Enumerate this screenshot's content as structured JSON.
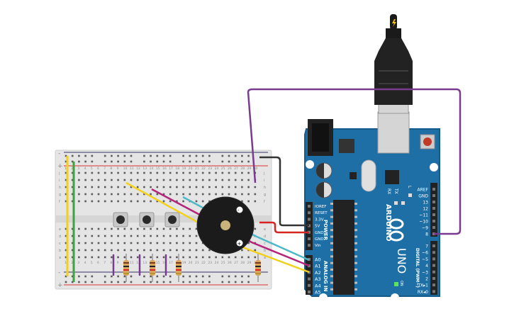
{
  "breadboard": {
    "rail_plus": "+",
    "rail_minus": "-",
    "top_row_letters": [
      "j",
      "i",
      "h",
      "g",
      "f"
    ],
    "bottom_row_letters": [
      "e",
      "d",
      "c",
      "b",
      "a"
    ],
    "column_numbers": [
      "1",
      "2",
      "3",
      "4",
      "5",
      "6",
      "7",
      "8",
      "9",
      "10",
      "11",
      "12",
      "13",
      "14",
      "15",
      "16",
      "17",
      "18",
      "19",
      "20",
      "21",
      "22",
      "23",
      "24",
      "25",
      "26",
      "27",
      "28",
      "29",
      "30"
    ]
  },
  "buzzer": {
    "minus_label": "-",
    "plus_label": "+"
  },
  "arduino": {
    "brand": "ARDUINO",
    "model": "UNO",
    "power_header_label": "POWER",
    "analog_header_label": "ANALOG IN",
    "digital_header_label": "DIGITAL (PWM~)",
    "on_label": "ON",
    "led_labels": [
      "L",
      "TX",
      "RX"
    ],
    "power_pins": [
      "IOREF",
      "RESET",
      "3.3V",
      "5V",
      "GND",
      "GND",
      "Vin"
    ],
    "analog_pins": [
      "A0",
      "A1",
      "A2",
      "A3",
      "A4",
      "A5"
    ],
    "digital_pins_top": [
      "AREF",
      "GND",
      "13",
      "12",
      "~11",
      "~10",
      "~9",
      "8"
    ],
    "digital_pins_bottom": [
      "7",
      "~6",
      "~5",
      "4",
      "~3",
      "2",
      "TX▸1",
      "RX◂0"
    ]
  },
  "usb_cable": {
    "icon": "lightning-bolt-icon"
  },
  "colors": {
    "breadboard": "#e6e6e6",
    "board": "#1f6fa7",
    "wire_purple": "#7a3b8f",
    "wire_yellow": "#f2d01b",
    "wire_green": "#3fa33f",
    "wire_red": "#d82323",
    "wire_black": "#333333",
    "wire_cyan": "#4fb8c8",
    "wire_magenta": "#b3247a",
    "buzzer": "#1b1b1b"
  }
}
